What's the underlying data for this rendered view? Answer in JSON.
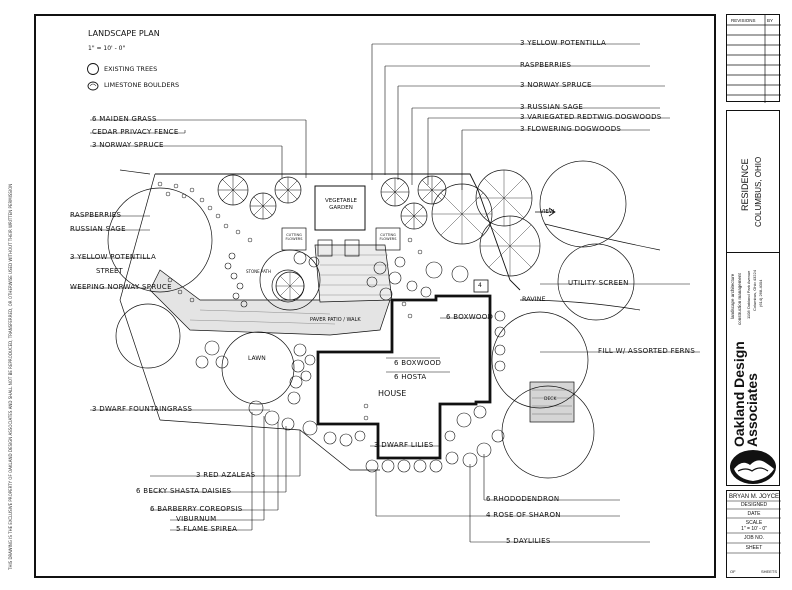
{
  "legend": {
    "title": "LANDSCAPE PLAN",
    "scale": "1\" = 10' - 0\"",
    "existing_trees": "EXISTING TREES",
    "limestone_boulders": "LIMESTONE BOULDERS"
  },
  "areas": {
    "vegetable_garden": "VEGETABLE GARDEN",
    "street": "STREET",
    "lawn": "LAWN",
    "house": "HOUSE",
    "ravine": "RAVINE",
    "deck": "DECK",
    "view": "VIEW",
    "paver_patio": "PAVER PATIO / WALK",
    "cutting_flowers_1": "CUTTING FLOWERS",
    "cutting_flowers_2": "CUTTING FLOWERS",
    "stone_path": "STONE PATH",
    "number_4": "4"
  },
  "callouts": {
    "yellow_potentilla": "3 YELLOW POTENTILLA",
    "raspberries_r": "RASPBERRIES",
    "norway_spruce_r": "3 NORWAY SPRUCE",
    "russian_sage_r": "3 RUSSIAN SAGE",
    "variegated_redtwig": "3 VARIEGATED REDTWIG DOGWOODS",
    "flowering_dogwoods": "3 FLOWERING DOGWOODS",
    "ornamental_grass_top": "6 MAIDEN GRASS",
    "cedar_privacy_fence": "CEDAR PRIVACY FENCE",
    "norway_spruce_l": "3 NORWAY SPRUCE",
    "raspberries_l": "RASPBERRIES",
    "russian_sage_l": "RUSSIAN SAGE",
    "yellow_potentilla_l": "3 YELLOW POTENTILLA",
    "weeping_norway_spruce": "WEEPING NORWAY SPRUCE",
    "utility_screen": "UTILITY SCREEN",
    "boxwood_right": "6 BOXWOOD",
    "fill_with_assorted_ferns": "FILL W/ ASSORTED FERNS",
    "boxwood_mid": "6 BOXWOOD",
    "hosta": "6 HOSTA",
    "dwarf_fountaingrass": "3 DWARF FOUNTAINGRASS",
    "dwarf_lilies": "3 DWARF LILIES",
    "red_azaleas": "3 RED AZALEAS",
    "becky_shasta_daisies": "6 BECKY SHASTA DAISIES",
    "rhododendron": "6 RHODODENDRON",
    "barberry": "6 BARBERRY COREOPSIS",
    "viburnum": "VIBURNUM",
    "rose_of_sharon": "4 ROSE OF SHARON",
    "flame_spirea": "5 FLAME SPIREA",
    "daylilies": "5 DAYLILIES"
  },
  "title_block": {
    "revisions_header": "REVISIONS",
    "revisions_by": "BY",
    "project": "RESIDENCE",
    "location": "COLUMBUS, OHIO",
    "firm_tagline": "landscape architecture",
    "firm_tagline2": "construction management",
    "firm_address1": "1108 Oakland Park Avenue",
    "firm_address2": "Columbus, Ohio 43224",
    "firm_phone": "(614) 268-4004",
    "firm_name": "Oakland Design Associates",
    "drawn_by": "BRYAN M. JOYCE",
    "drawn_by_label": "DESIGNED",
    "date_label": "DATE",
    "scale_label": "SCALE",
    "scale_value": "1\" = 10' - 0\"",
    "job_label": "JOB NO.",
    "sheet_label": "SHEET",
    "of_label": "OF",
    "sheets_label": "SHEETS"
  },
  "side_notice": "THIS DRAWING IS THE EXCLUSIVE PROPERTY OF OAKLAND DESIGN ASSOCIATES AND SHALL NOT BE REPRODUCED, TRANSFERRED, OR OTHERWISE USED WITHOUT THEIR WRITTEN PERMISSION"
}
